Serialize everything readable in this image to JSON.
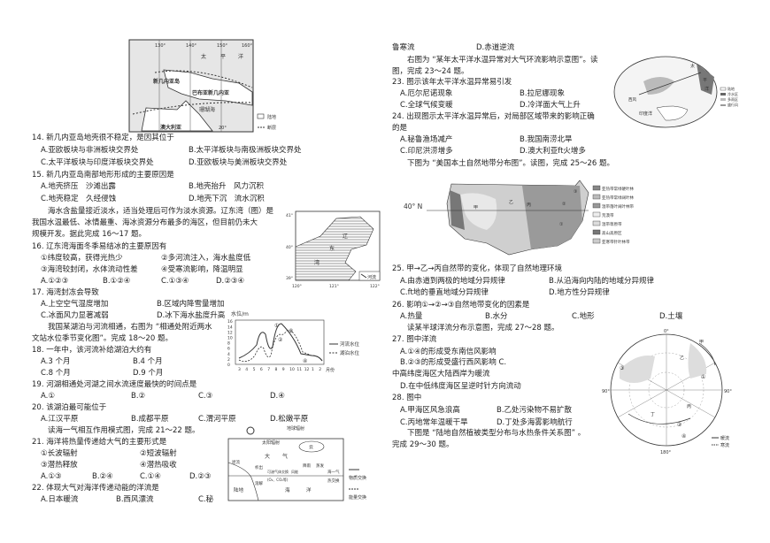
{
  "q14": {
    "stem": "14. 新几内亚岛地壳很不稳定，是因其位于",
    "options": [
      "A.亚欧板块与非洲板块交界处",
      "B.太平洋板块与南极洲板块交界处",
      "C.太平洋板块与印度洋板块交界处",
      "D.亚欧板块与美洲板块交界处"
    ]
  },
  "q15": {
    "stem": "15. 新几内亚岛南部地形形成的主要原因是",
    "options": [
      "A.地壳挤压　沙滩出露",
      "B.地壳抬升　风力沉积",
      "C.地壳稳定　久经侵蚀",
      "D.地壳下沉　流水沉积"
    ]
  },
  "passage16": [
    "海水含盐量接近淡水，适当处理后可作为淡水资源。辽东湾（图）是",
    "我国水温最低、冰情最重、海冰资源分布最多的海区，但目前仍未大",
    "规模开发。据此完成 16～17 题。"
  ],
  "q16": {
    "stem": "16. 辽东湾海面冬季易结冰的主要原因有",
    "items": [
      "①纬度较高，获得光热少",
      "②多河流注入，海水盐度低",
      "③海湾较封闭，水体流动性差",
      "④受寒流影响，降温明显"
    ],
    "options": [
      "A.①②③",
      "B.①②④",
      "C.①③④",
      "D.②③④"
    ]
  },
  "q17": {
    "stem": "17. 海湾封冻会导致",
    "options": [
      "A.上空空气湿度增加",
      "B.区域内降雪量增加",
      "C.冰面风力显著减弱",
      "D.冰下海水盐度升高"
    ]
  },
  "passage18": [
    "我国某湖泊与河流相通，右图为 “相通处附近两水",
    "文站水位季节变化图”。完成 18～20 题。"
  ],
  "q18": {
    "stem": "18. 一年中，该河流补给湖泊大约有",
    "options": [
      "A.3 个月",
      "B.4 个月",
      "C.8 个月",
      "D.9 个月"
    ]
  },
  "q19": {
    "stem": "19. 河湖相通处河湖之间水流速度最快的时间点是",
    "options": [
      "A.①",
      "B.②",
      "C.③",
      "D.④"
    ]
  },
  "q20": {
    "stem": "20. 该湖泊最可能位于",
    "options": [
      "A.江汉平原",
      "B.成都平原",
      "C.渭河平原",
      "D.松嫩平原"
    ]
  },
  "passage21": "读海一气相互作用模式图，完成 21～22 题。",
  "q21": {
    "stem": "21. 海洋将热量传递给大气的主要形式是",
    "items": [
      "①长波辐射",
      "②短波辐射",
      "③潜热释放",
      "④潜热吸收"
    ],
    "options": [
      "A.①③",
      "B.②④",
      "C.①④",
      "D.②③"
    ]
  },
  "q22": {
    "stem": "22. 体现大气对海洋传递动能的洋流是",
    "options": [
      "A.日本暖流",
      "B.西风漂流",
      "C.秘",
      "鲁寒流",
      "D.赤道逆流"
    ]
  },
  "passage23": [
    "右图为 “某年太平洋水温异常对大气环流影响示意图”。读",
    "图，完成 23～24 题。"
  ],
  "q23": {
    "stem": "23. 图示该年太平洋水温异常易引发",
    "options": [
      "A.厄尔尼诺现象",
      "B.拉尼娜现象",
      "C.全球气候变暖",
      "D.冷洋面大气上升"
    ]
  },
  "q24": {
    "stem": [
      "24. 出现图示太平洋水温异常后，对局部区域带来的影响正确",
      "的是"
    ],
    "options": [
      "A.秘鲁渔场减产",
      "B.我国南涝北旱",
      "C.印尼洪涝增多",
      "D.澳大利亚ft火增多"
    ]
  },
  "passage25": "下图为 “美国本土自然地带分布图”。读图，完成 25～26 题。",
  "q25": {
    "stem": "25. 甲→乙→丙自然带的变化，体现了自然地理环境",
    "options": [
      "A.由赤道到两极的地域分异规律",
      "B.从沿海向内陆的地域分异规律",
      "C.ft地的垂直地域分异规律",
      "D.地方性分异规律"
    ]
  },
  "q26": {
    "stem": "26. 影响①→②→③自然地带变化的因素是",
    "options": [
      "A.热量",
      "B.水分",
      "C.地形",
      "D.土壤"
    ]
  },
  "passage27": "读某半球洋流分布示意图，完成 27～28 题。",
  "q27": {
    "stem": "27. 图中洋流",
    "options": [
      "A.①④的形成受东南信风影响",
      "B.②③的形成受盛行西风影响 C.",
      "中高纬度海区大陆西岸为暖流",
      "D.在中低纬度海区呈逆时针方向流动"
    ]
  },
  "q28": {
    "stem": "28. 图中",
    "options": [
      "A.甲海区风急浪高",
      "B.乙处污染物不易扩散",
      "C.丙地常年温暖干旱",
      "D.丁处多海雾影响航行"
    ]
  },
  "passage29": [
    "下图是 “陆地自然植被类型分布与水热条件关系图” 。",
    "完成 29～30 题。"
  ],
  "fig_png": {
    "lon": [
      "130°",
      "140°",
      "150°",
      "160°"
    ],
    "labels": [
      "太",
      "平",
      "洋",
      "新几内亚岛",
      "巴布亚新几内亚",
      "珊瑚海",
      "澳大利亚",
      "20°"
    ],
    "legend": [
      "陆地",
      "断层"
    ]
  },
  "fig_liaodong": {
    "lat": [
      "41°",
      "40°",
      "39°"
    ],
    "lon": [
      "120°",
      "121°",
      "122°"
    ],
    "labels": [
      "辽",
      "东",
      "湾"
    ],
    "legend": "河流"
  },
  "fig_water": {
    "ylabel": "水位/m",
    "yticks": [
      "0",
      "2",
      "4",
      "6",
      "8",
      "10",
      "12",
      "14",
      "16"
    ],
    "xticks": [
      "3",
      "4",
      "5",
      "6",
      "7",
      "8",
      "9",
      "10",
      "11",
      "12",
      "1",
      "2"
    ],
    "xunit": "月份",
    "marks": [
      "①",
      "②",
      "③",
      "④"
    ],
    "legend": [
      "河流水位",
      "湖泊水位"
    ]
  },
  "fig_seaair": {
    "labels": [
      "地球辐射",
      "太阳辐射",
      "云",
      "大",
      "气",
      "析出",
      "溶解",
      "可溶气体交换",
      "(O₂、CO₂等)",
      "风能",
      "降雨",
      "蒸发",
      "海一气",
      "热交换",
      "径流",
      "陆地",
      "海",
      "洋"
    ],
    "legend": [
      "物质交换",
      "能量交换"
    ]
  },
  "fig_pacific": {
    "labels": [
      "太",
      "平",
      "洋",
      "西风",
      "印度洋"
    ],
    "legend": [
      "陆地",
      "冷水区",
      "多雨区",
      "盛行风"
    ]
  },
  "fig_us": {
    "lat": "40° N",
    "marks": [
      "甲",
      "乙",
      "丙",
      "①",
      "②",
      "③"
    ],
    "legend": [
      "亚热带常绿硬叶林带",
      "亚热带常绿阔叶林带",
      "温带落叶阔叶林带",
      "荒漠带",
      "温带草原带",
      "高山高原区",
      "亚寒带针叶林带"
    ]
  },
  "fig_ocean": {
    "deg": [
      "0°",
      "90°",
      "90°",
      "180°"
    ],
    "marks": [
      "甲",
      "乙",
      "丙",
      "丁",
      "①",
      "②",
      "③",
      "④"
    ],
    "legend": [
      "暖流",
      "寒流"
    ]
  }
}
